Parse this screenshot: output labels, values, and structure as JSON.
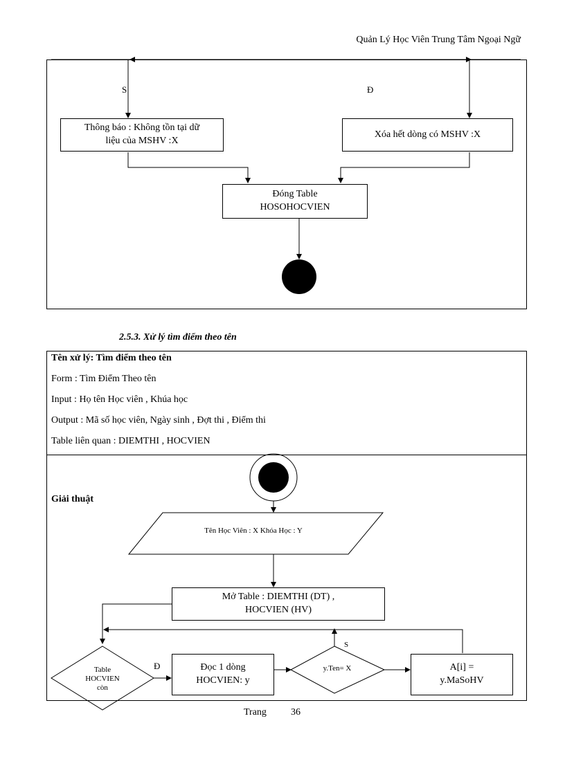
{
  "header": {
    "title": "Quản Lý Học Viên Trung Tâm Ngoại Ngữ"
  },
  "top_flow": {
    "branch_no": "S",
    "branch_yes": "Đ",
    "box_not_found": [
      "Thông báo : Không tồn tại dữ",
      "liệu của MSHV :X"
    ],
    "box_delete": "Xóa hết dòng có MSHV :X",
    "box_close": [
      "Đóng Table",
      "HOSOHOCVIEN"
    ]
  },
  "section": {
    "heading": "2.5.3. Xử lý tìm điểm theo tên",
    "info": {
      "name": "Tên xử lý: Tìm điểm theo tên",
      "form": "Form : Tìm Điểm Theo tên",
      "input": "Input : Họ tên Học viên , Khúa học",
      "output": "Output : Mã số học viên, Ngày sinh , Đợt thi , Điểm thi",
      "tables": "Table liên quan : DIEMTHI , HOCVIEN"
    },
    "algo_label": "Giải thuật",
    "flow": {
      "input_para": "Tên Học Viên : X Khóa Học : Y",
      "open_tables": [
        "Mở Table : DIEMTHI (DT) ,",
        "HOCVIEN (HV)"
      ],
      "loop_cond": [
        "Table",
        "HOCVIEN",
        "còn"
      ],
      "yes_label": "Đ",
      "read_row": [
        "Đọc 1 dòng",
        "HOCVIEN: y"
      ],
      "name_cond": "y.Ten= X",
      "no_label": "S",
      "assign": [
        "A[i] =",
        "y.MaSoHV"
      ]
    }
  },
  "footer": {
    "page_label": "Trang",
    "page_number": "36"
  },
  "colors": {
    "ink": "#000000",
    "paper": "#ffffff"
  }
}
